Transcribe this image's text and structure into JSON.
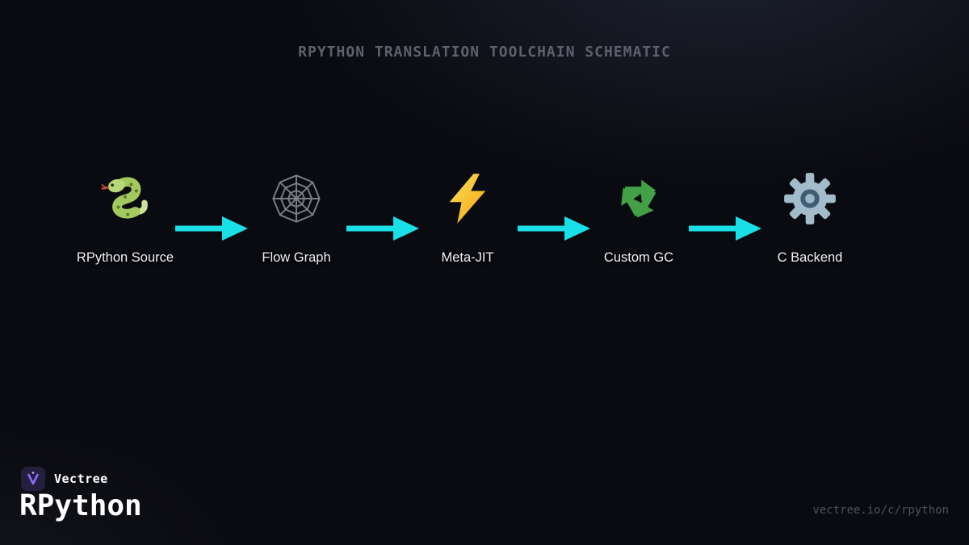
{
  "title": "RPYTHON TRANSLATION TOOLCHAIN SCHEMATIC",
  "pipeline": {
    "stages": [
      {
        "icon": "snake-icon",
        "label": "RPython Source"
      },
      {
        "icon": "spider-web-icon",
        "label": "Flow Graph"
      },
      {
        "icon": "lightning-icon",
        "label": "Meta-JIT"
      },
      {
        "icon": "recycle-icon",
        "label": "Custom GC"
      },
      {
        "icon": "gear-icon",
        "label": "C Backend"
      }
    ],
    "arrow_color": "#19dfe6"
  },
  "footer": {
    "brand": "Vectree",
    "page_title": "RPython",
    "url": "vectree.io/c/rpython"
  },
  "colors": {
    "background": "#0a0b10",
    "title_text": "#5d616d",
    "label_text": "#f2f3f5",
    "arrow": "#19dfe6",
    "url_text": "#4c515c",
    "badge_background": "#241f3c",
    "badge_glyph": "#8f6cff"
  }
}
